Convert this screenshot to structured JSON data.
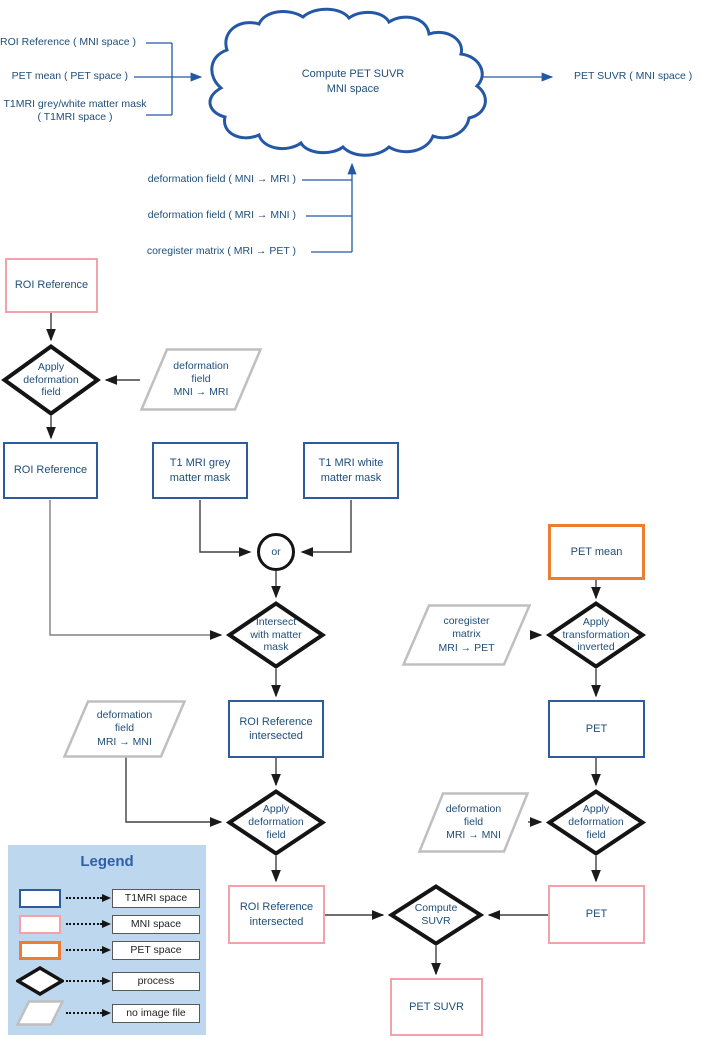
{
  "colors": {
    "t1mri_blue": "#2E5B9E",
    "mni_pink": "#F2A2A8",
    "pet_orange": "#ED7D31",
    "no_image_grey": "#BFBFBF",
    "text_navy": "#1F4E79",
    "wire_blue": "#2458A6",
    "legend_bg": "#BDD7EE"
  },
  "cloud": {
    "label": "Compute PET SUVR\nMNI space"
  },
  "io": {
    "inputs": [
      {
        "label": "ROI Reference ( MNI space )"
      },
      {
        "label": "PET mean ( PET space )"
      },
      {
        "label": "T1MRI grey/white matter mask\n( T1MRI space )"
      }
    ],
    "aux": [
      {
        "label": "deformation field ( MNI → MRI )"
      },
      {
        "label": "deformation field ( MRI → MNI )"
      },
      {
        "label": "coregister matrix ( MRI → PET )"
      }
    ],
    "output": {
      "label": "PET SUVR ( MNI space )"
    }
  },
  "nodes": {
    "roi_reference_mni": {
      "label": "ROI Reference"
    },
    "apply_deformation_1": {
      "label": "Apply\ndeformation\nfield"
    },
    "deformation_mni_mri": {
      "label": "deformation\nfield\nMNI → MRI"
    },
    "roi_reference_t1": {
      "label": "ROI Reference"
    },
    "t1_grey_mask": {
      "label": "T1 MRI grey\nmatter mask"
    },
    "t1_white_mask": {
      "label": "T1 MRI white\nmatter mask"
    },
    "or_junction": {
      "label": "or"
    },
    "intersect_mask": {
      "label": "Intersect\nwith matter\nmask"
    },
    "roi_intersected_t1": {
      "label": "ROI Reference\nintersected"
    },
    "deformation_mri_mni_left": {
      "label": "deformation\nfield\nMRI → MNI"
    },
    "apply_deformation_2": {
      "label": "Apply\ndeformation\nfield"
    },
    "roi_intersected_mni": {
      "label": "ROI Reference\nintersected"
    },
    "compute_suvr": {
      "label": "Compute\nSUVR"
    },
    "pet_suvr": {
      "label": "PET SUVR"
    },
    "pet_mean": {
      "label": "PET mean"
    },
    "coregister_matrix": {
      "label": "coregister\nmatrix\nMRI → PET"
    },
    "apply_transformation_inverted": {
      "label": "Apply\ntransformation\ninverted"
    },
    "pet_t1": {
      "label": "PET"
    },
    "deformation_mri_mni_right": {
      "label": "deformation\nfield\nMRI → MNI"
    },
    "apply_deformation_3": {
      "label": "Apply\ndeformation\nfield"
    },
    "pet_mni": {
      "label": "PET"
    }
  },
  "legend": {
    "title": "Legend",
    "entries": [
      {
        "shape": "t1mri-box",
        "label": "T1MRI space"
      },
      {
        "shape": "mni-box",
        "label": "MNI space"
      },
      {
        "shape": "pet-box",
        "label": "PET space"
      },
      {
        "shape": "process-diamond",
        "label": "process"
      },
      {
        "shape": "no-image-parallelogram",
        "label": "no image file"
      }
    ]
  }
}
